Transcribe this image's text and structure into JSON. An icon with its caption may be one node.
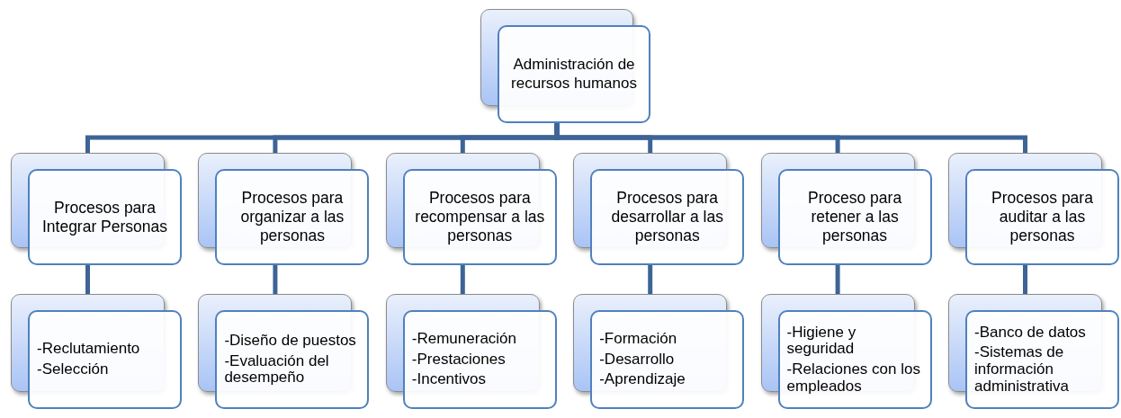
{
  "diagram": {
    "nodes": [
      {
        "text": [
          "Administración de recursos humanos"
        ]
      },
      {
        "text": [
          "Procesos para Integrar Personas"
        ]
      },
      {
        "text": [
          "Procesos para organizar a las personas"
        ]
      },
      {
        "text": [
          "Procesos para recompensar a las personas"
        ]
      },
      {
        "text": [
          "Procesos para desarrollar a las personas"
        ]
      },
      {
        "text": [
          "Proceso para retener a las personas"
        ]
      },
      {
        "text": [
          "Procesos para auditar a las personas"
        ]
      },
      {
        "text": [
          "-Reclutamiento",
          "-Selección"
        ]
      },
      {
        "text": [
          "-Diseño de puestos",
          "-Evaluación del desempeño"
        ]
      },
      {
        "text": [
          "-Remuneración",
          "-Prestaciones",
          "-Incentivos"
        ]
      },
      {
        "text": [
          "-Formación",
          "-Desarrollo",
          "-Aprendizaje"
        ]
      },
      {
        "text": [
          "-Higiene y seguridad",
          "-Relaciones con los empleados"
        ]
      },
      {
        "text": [
          "-Banco de datos",
          "-Sistemas de información administrativa"
        ]
      }
    ],
    "edges": [
      {
        "from": 0,
        "to": 1,
        "arrow": "none"
      },
      {
        "from": 0,
        "to": 2,
        "arrow": "none"
      },
      {
        "from": 0,
        "to": 3,
        "arrow": "none"
      },
      {
        "from": 0,
        "to": 4,
        "arrow": "none"
      },
      {
        "from": 0,
        "to": 5,
        "arrow": "none"
      },
      {
        "from": 0,
        "to": 6,
        "arrow": "none"
      },
      {
        "from": 1,
        "to": 7,
        "arrow": "none"
      },
      {
        "from": 2,
        "to": 8,
        "arrow": "none"
      },
      {
        "from": 3,
        "to": 9,
        "arrow": "none"
      },
      {
        "from": 4,
        "to": 10,
        "arrow": "none"
      },
      {
        "from": 5,
        "to": 11,
        "arrow": "none"
      },
      {
        "from": 6,
        "to": 12,
        "arrow": "none"
      }
    ]
  }
}
